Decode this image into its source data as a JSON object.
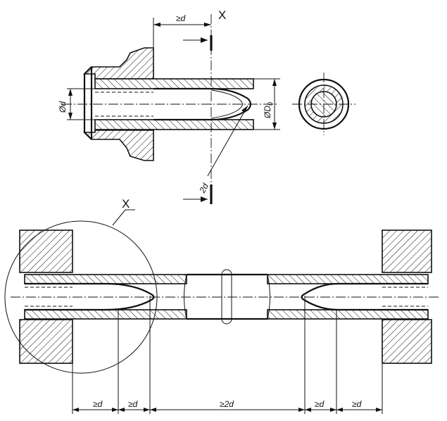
{
  "detail": {
    "view_label": "X",
    "dim_top": "≥d",
    "dim_diameter_d": "Ød",
    "dim_diameter_D0_main": "ØD",
    "dim_diameter_D0_sub": "0",
    "dim_2d": "2d"
  },
  "main": {
    "view_label": "X",
    "dims": [
      "≥d",
      "≥d",
      "≥2d",
      "≥d",
      "≥d"
    ]
  }
}
